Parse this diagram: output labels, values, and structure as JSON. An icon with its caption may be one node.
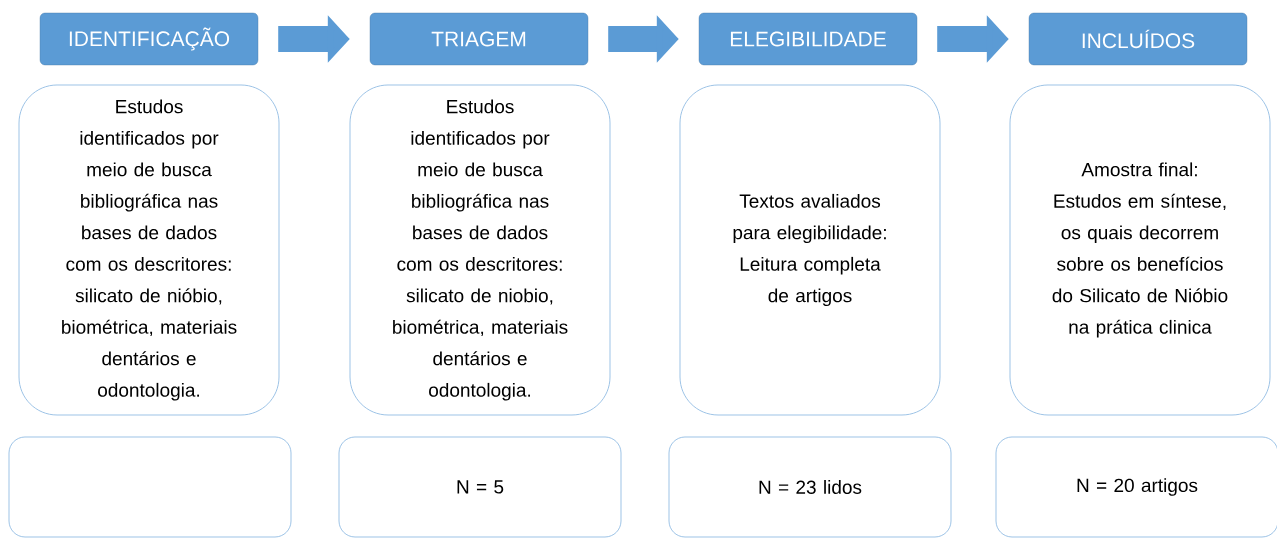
{
  "diagram": {
    "nodes": [
      {
        "text": [
          "IDENTIFICAÇÃO"
        ]
      },
      {
        "text": [
          "TRIAGEM"
        ]
      },
      {
        "text": [
          "ELEGIBILIDADE"
        ]
      },
      {
        "text": [
          "INCLUÍDOS"
        ]
      },
      {
        "text": [
          "Estudos identificados por meio de busca bibliográfica nas bases de dados com os descritores: silicato de nióbio, biométrica, materiais dentários e odontologia."
        ]
      },
      {
        "text": [
          "Estudos identificados por meio de busca bibliográfica nas bases de dados com os descritores: silicato de niobio, biométrica, materiais dentários e odontologia."
        ]
      },
      {
        "text": [
          "Textos avaliados para elegibilidade: Leitura completa de artigos"
        ]
      },
      {
        "text": [
          "Amostra final: Estudos em síntese, os quais decorrem sobre os benefícios do Silicato de Nióbio na prática clinica"
        ]
      },
      {
        "text": [],
        "shape": "box"
      },
      {
        "text": [
          "N = 5"
        ]
      },
      {
        "text": [
          "N = 23 lidos"
        ]
      },
      {
        "text": [
          "N = 20 artigos"
        ]
      }
    ],
    "edges": [
      {
        "from": 0,
        "to": 1,
        "arrow": "to"
      },
      {
        "from": 1,
        "to": 2,
        "arrow": "to"
      },
      {
        "from": 2,
        "to": 3,
        "arrow": "to"
      }
    ]
  }
}
